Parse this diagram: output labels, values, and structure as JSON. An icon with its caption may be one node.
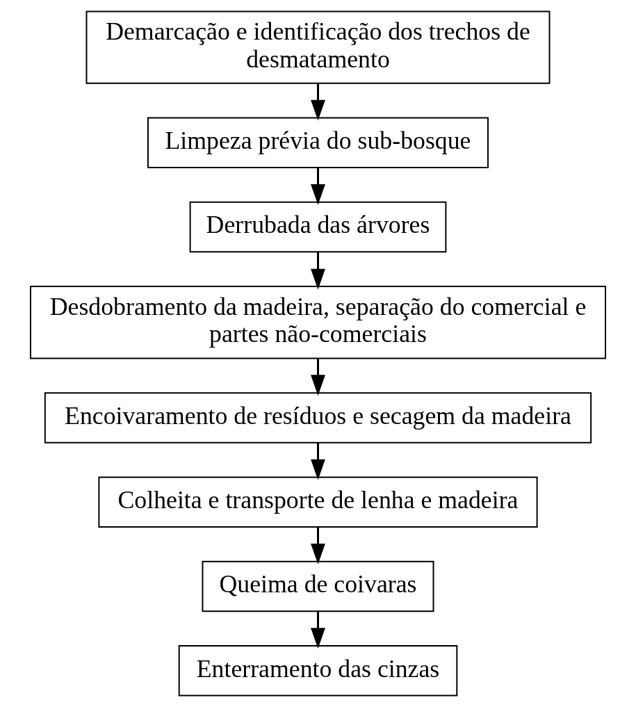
{
  "diagram": {
    "nodes": [
      {
        "text": [
          "Demarcação e identificação dos trechos de desmatamento"
        ]
      },
      {
        "text": [
          "Limpeza prévia do sub-bosque"
        ]
      },
      {
        "text": [
          "Derrubada das árvores"
        ]
      },
      {
        "text": [
          "Desdobramento da madeira, separação do comercial e partes não-comerciais"
        ]
      },
      {
        "text": [
          "Encoivaramento de resíduos e secagem da madeira"
        ]
      },
      {
        "text": [
          "Colheita e transporte de lenha e madeira"
        ]
      },
      {
        "text": [
          "Queima de coivaras"
        ]
      },
      {
        "text": [
          "Enterramento das cinzas"
        ]
      }
    ],
    "edges": [
      {
        "from": 0,
        "to": 1,
        "arrow": "to"
      },
      {
        "from": 1,
        "to": 2,
        "arrow": "to"
      },
      {
        "from": 2,
        "to": 3,
        "arrow": "to"
      },
      {
        "from": 3,
        "to": 4,
        "arrow": "to"
      },
      {
        "from": 4,
        "to": 5,
        "arrow": "to"
      },
      {
        "from": 5,
        "to": 6,
        "arrow": "to"
      },
      {
        "from": 6,
        "to": 7,
        "arrow": "to"
      }
    ]
  }
}
